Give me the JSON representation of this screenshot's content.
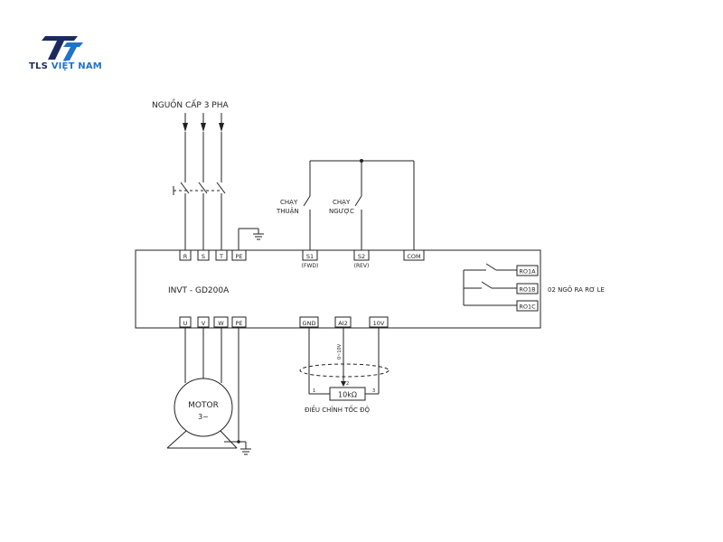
{
  "logo": {
    "text_prefix": "TLS ",
    "text_suffix": "VIỆT NAM",
    "colors": {
      "dark": "#1b2a5e",
      "blue": "#1f73c9"
    }
  },
  "diagram": {
    "supply_label": "NGUỒN CẤP 3 PHA",
    "device_label": "INVT - GD200A",
    "input_terminals": [
      "R",
      "S",
      "T",
      "PE"
    ],
    "output_terminals": [
      "U",
      "V",
      "W",
      "PE"
    ],
    "control_terminals": {
      "s1": "S1",
      "s1_sub": "(FWD)",
      "s2": "S2",
      "s2_sub": "(REV)",
      "com": "COM"
    },
    "switch_forward": {
      "line1": "CHẠY",
      "line2": "THUẬN"
    },
    "switch_reverse": {
      "line1": "CHẠY",
      "line2": "NGƯỢC"
    },
    "analog_terminals": [
      "GND",
      "AI2",
      "10V"
    ],
    "analog_range_label": "0~10V",
    "pot_value": "10kΩ",
    "pot_pins": [
      "1",
      "2",
      "3"
    ],
    "pot_label": "ĐIỀU CHỈNH TỐC ĐỘ",
    "relay_terminals": [
      "RO1A",
      "RO1B",
      "RO1C"
    ],
    "relay_label": "02 NGÕ RA RƠ LE",
    "motor_label": "MOTOR",
    "motor_sub": "3~"
  }
}
